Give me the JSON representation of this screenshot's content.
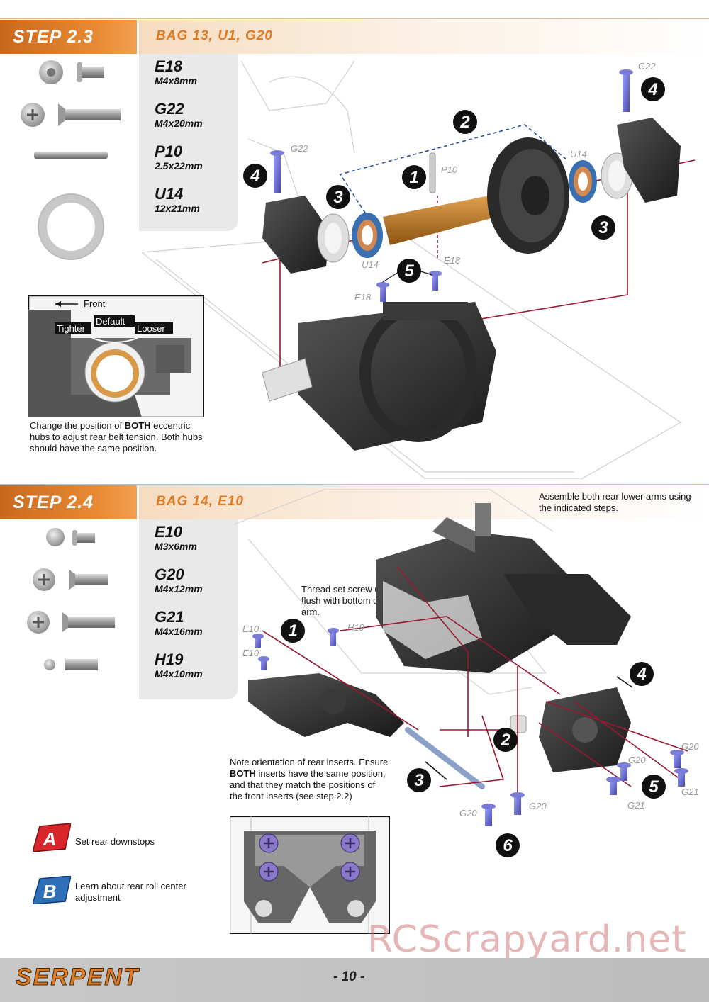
{
  "step1": {
    "step": "STEP 2.3",
    "bag": "BAG 13, U1, G20",
    "parts": [
      {
        "code": "E18",
        "size": "M4x8mm"
      },
      {
        "code": "G22",
        "size": "M4x20mm"
      },
      {
        "code": "P10",
        "size": "2.5x22mm"
      },
      {
        "code": "U14",
        "size": "12x21mm"
      }
    ],
    "inset": {
      "front": "Front",
      "tighter": "Tighter",
      "default": "Default",
      "looser": "Looser"
    },
    "note_pre": "Change the position of ",
    "note_bold": "BOTH",
    "note_post": " eccentric hubs to adjust rear belt tension. Both hubs should have the same position.",
    "labels": {
      "n1": "1",
      "n2": "2",
      "n3a": "3",
      "n3b": "3",
      "n4a": "4",
      "n4b": "4",
      "n5": "5",
      "g22a": "G22",
      "g22b": "G22",
      "p10": "P10",
      "u14a": "U14",
      "u14b": "U14",
      "e18a": "E18",
      "e18b": "E18"
    }
  },
  "step2": {
    "step": "STEP 2.4",
    "bag": "BAG 14, E10",
    "parts": [
      {
        "code": "E10",
        "size": "M3x6mm"
      },
      {
        "code": "G20",
        "size": "M4x12mm"
      },
      {
        "code": "G21",
        "size": "M4x16mm"
      },
      {
        "code": "H19",
        "size": "M4x10mm"
      }
    ],
    "top_note": "Assemble both rear lower arms using the indicated steps.",
    "thread_note": "Thread set screw until flush with bottom of arm.",
    "insert_note_pre": "Note orientation of rear inserts. Ensure ",
    "insert_note_bold": "BOTH",
    "insert_note_post": " inserts have the same position, and that they match the positions of the front inserts (see step 2.2)",
    "labels": {
      "n1": "1",
      "n2": "2",
      "n3": "3",
      "n4": "4",
      "n5": "5",
      "n6": "6",
      "e10a": "E10",
      "e10b": "E10",
      "h19": "H19",
      "g20a": "G20",
      "g20b": "G20",
      "g20c": "G20",
      "g20d": "G20",
      "g21a": "G21",
      "g21b": "G21"
    }
  },
  "legend": [
    {
      "letter": "A",
      "text": "Set rear downstops",
      "color": "#d8262b"
    },
    {
      "letter": "B",
      "text": "Learn about rear roll center adjustment",
      "color": "#2e6fb8"
    }
  ],
  "footer": {
    "brand": "SERPENT",
    "page": "- 10 -"
  },
  "watermark": "RCScrapyard.net"
}
